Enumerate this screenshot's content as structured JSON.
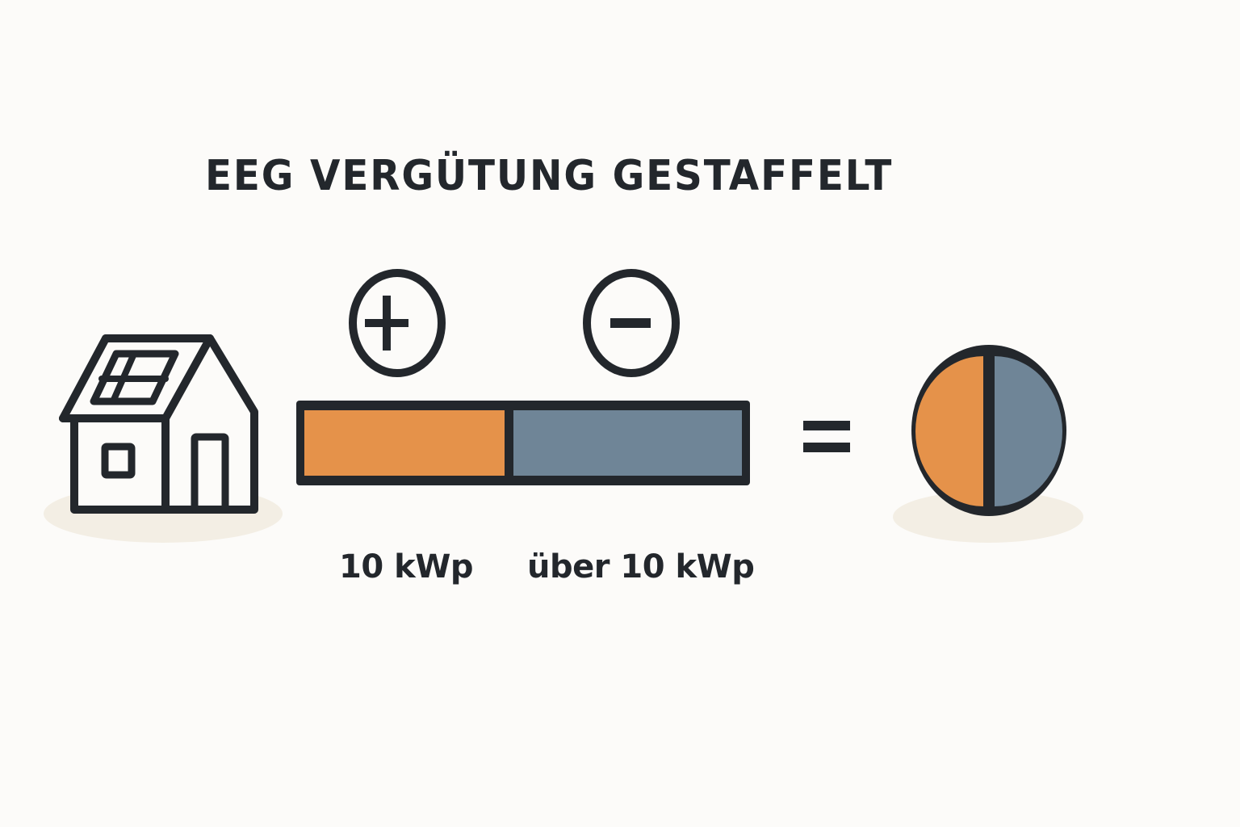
{
  "title": "EEG VERGÜTUNG GESTAFFELT",
  "colors": {
    "background": "#fcfbf9",
    "stroke": "#23272c",
    "tier_low": "#e5924a",
    "tier_high": "#6f8597",
    "shadow": "#f3eee4"
  },
  "icons": {
    "house": "house-with-solar-panel-icon",
    "plus": "plus-circle-icon",
    "minus": "minus-circle-icon",
    "equals": "equals-icon",
    "result": "split-circle-icon"
  },
  "bar": {
    "segments": [
      {
        "label": "10 kWp",
        "color": "#e5924a",
        "sign": "+"
      },
      {
        "label": "über 10 kWp",
        "color": "#6f8597",
        "sign": "−"
      }
    ]
  },
  "labels": {
    "left": "10 kWp",
    "right": "über 10 kWp"
  }
}
